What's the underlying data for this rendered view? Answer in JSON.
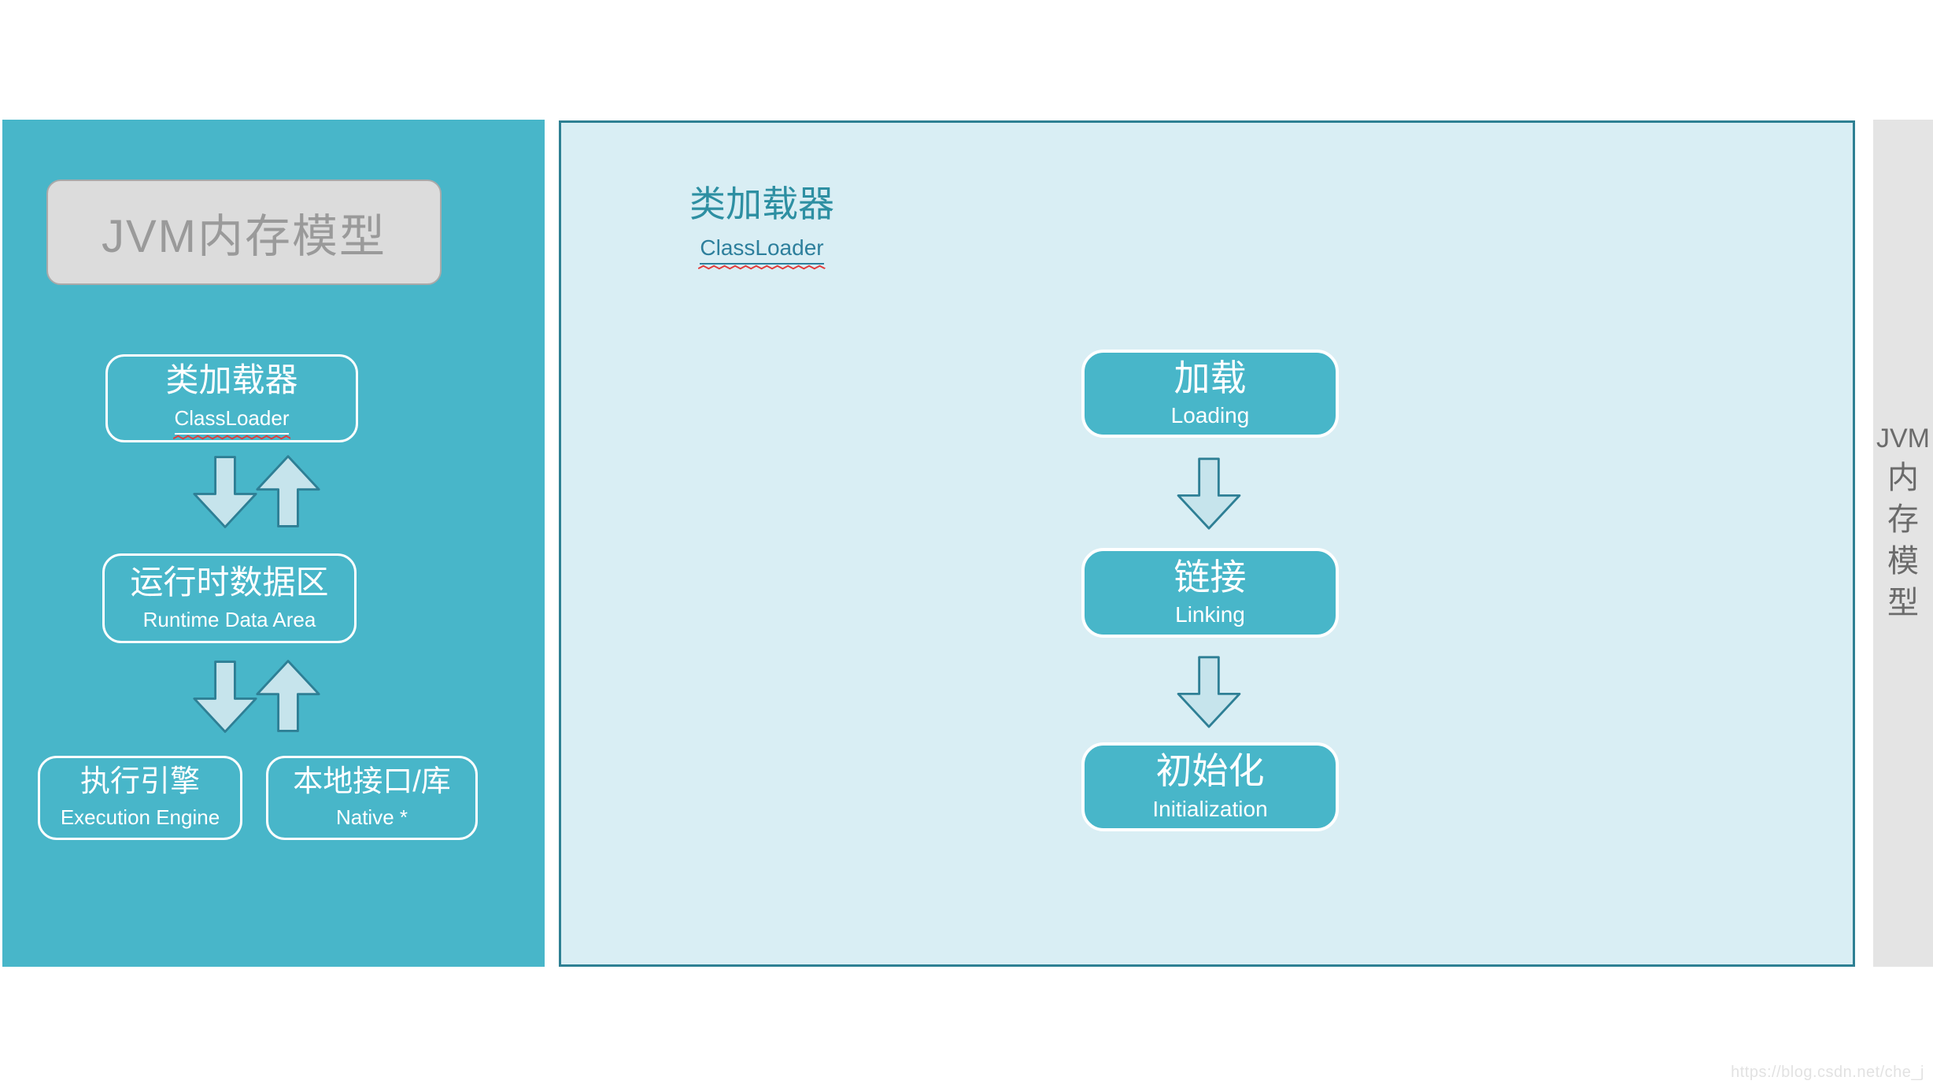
{
  "sidebar": {
    "title": "JVM内存模型",
    "nodes": {
      "classloader": {
        "zh": "类加载器",
        "en": "ClassLoader"
      },
      "runtime": {
        "zh": "运行时数据区",
        "en": "Runtime Data Area"
      },
      "execution": {
        "zh": "执行引擎",
        "en": "Execution Engine"
      },
      "native": {
        "zh": "本地接口/库",
        "en": "Native *"
      }
    }
  },
  "panel": {
    "heading": {
      "zh": "类加载器",
      "en": "ClassLoader"
    },
    "flow": [
      {
        "zh": "加载",
        "en": "Loading"
      },
      {
        "zh": "链接",
        "en": "Linking"
      },
      {
        "zh": "初始化",
        "en": "Initialization"
      }
    ]
  },
  "side_tab": {
    "lines": [
      "JVM",
      "内",
      "存",
      "模",
      "型"
    ]
  },
  "watermark": {
    "text": "https://blog.csdn.net/che_j"
  },
  "colors": {
    "sidebar_teal": "#48b6c9",
    "panel_background": "#d9eef4",
    "panel_border": "#2e8093",
    "node_border_white": "#ffffff",
    "arrow_fill": "#c6e4ec",
    "arrow_stroke": "#2e7f95",
    "title_box_fill": "#dcdcdc",
    "title_box_border": "#a9a9a9",
    "title_text_gray": "#9a9a9a",
    "heading_teal": "#2d8fa2",
    "side_tab_gray": "#e4e4e4",
    "side_tab_text": "#6b6b6b",
    "spellcheck_red": "#e43b3b"
  }
}
